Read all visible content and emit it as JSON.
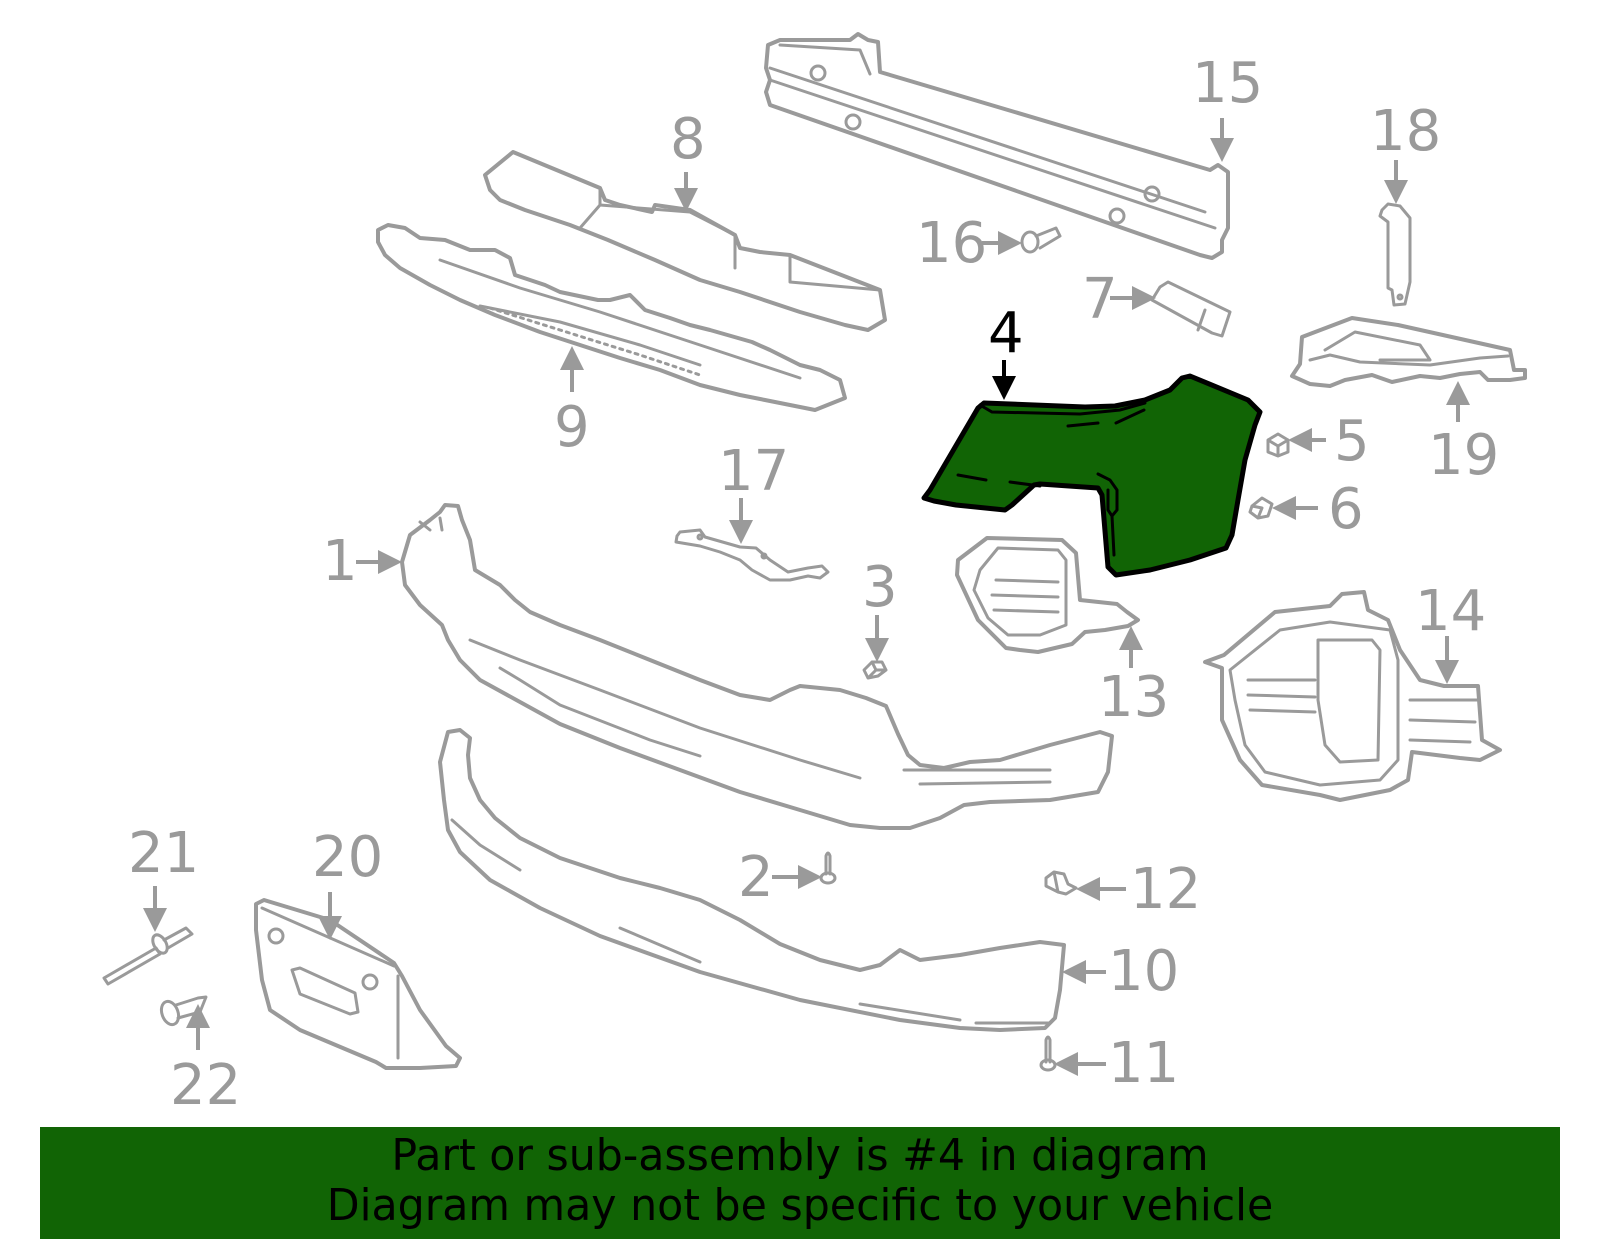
{
  "diagram": {
    "highlighted_part": "4",
    "highlight_color": "#116405",
    "outline_color": "#9a9a9a",
    "callouts": [
      {
        "id": "c1",
        "label": "1"
      },
      {
        "id": "c2",
        "label": "2"
      },
      {
        "id": "c3",
        "label": "3"
      },
      {
        "id": "c4",
        "label": "4"
      },
      {
        "id": "c5",
        "label": "5"
      },
      {
        "id": "c6",
        "label": "6"
      },
      {
        "id": "c7",
        "label": "7"
      },
      {
        "id": "c8",
        "label": "8"
      },
      {
        "id": "c9",
        "label": "9"
      },
      {
        "id": "c10",
        "label": "10"
      },
      {
        "id": "c11",
        "label": "11"
      },
      {
        "id": "c12",
        "label": "12"
      },
      {
        "id": "c13",
        "label": "13"
      },
      {
        "id": "c14",
        "label": "14"
      },
      {
        "id": "c15",
        "label": "15"
      },
      {
        "id": "c16",
        "label": "16"
      },
      {
        "id": "c17",
        "label": "17"
      },
      {
        "id": "c18",
        "label": "18"
      },
      {
        "id": "c19",
        "label": "19"
      },
      {
        "id": "c20",
        "label": "20"
      },
      {
        "id": "c21",
        "label": "21"
      },
      {
        "id": "c22",
        "label": "22"
      }
    ]
  },
  "banner": {
    "background": "#116405",
    "line1": "Part or sub-assembly is #4 in diagram",
    "line2": "Diagram may not be specific to your vehicle"
  }
}
